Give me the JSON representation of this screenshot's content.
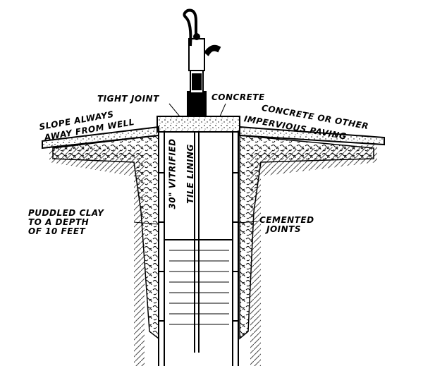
{
  "labels": {
    "tight_joint": "TIGHT JOINT",
    "concrete": "CONCRETE",
    "slope_1": "SLOPE ALWAYS",
    "slope_2": "AWAY FROM WELL",
    "paving_1": "CONCRETE OR OTHER",
    "paving_2": "IMPERVIOUS PAVING",
    "lining_1": "30\" VITRIFIED",
    "lining_2": "TILE LINING",
    "clay_1": "PUDDLED CLAY",
    "clay_2": "TO A DEPTH",
    "clay_3": "OF 10 FEET",
    "joints_1": "CEMENTED",
    "joints_2": "JOINTS"
  }
}
